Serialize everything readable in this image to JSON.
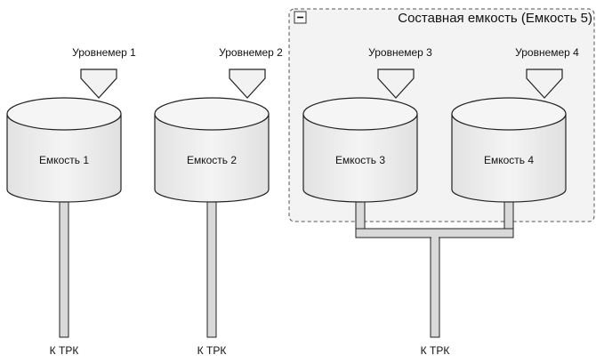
{
  "group": {
    "title": "Составная емкость (Емкость 5)",
    "collapse_symbol": "−"
  },
  "tanks": [
    {
      "label": "Емкость 1",
      "gauge": "Уровнемер 1"
    },
    {
      "label": "Емкость 2",
      "gauge": "Уровнемер 2"
    },
    {
      "label": "Емкость 3",
      "gauge": "Уровнемер 3"
    },
    {
      "label": "Емкость 4",
      "gauge": "Уровнемер 4"
    }
  ],
  "outlets": [
    "К ТРК",
    "К ТРК",
    "К ТРК"
  ],
  "colors": {
    "tank_fill": "#efefef",
    "tank_top": "#f5f5f5",
    "stroke": "#222222",
    "pipe_fill": "#d9d9d9",
    "group_fill": "#f3f3f3",
    "group_border": "#555555"
  }
}
